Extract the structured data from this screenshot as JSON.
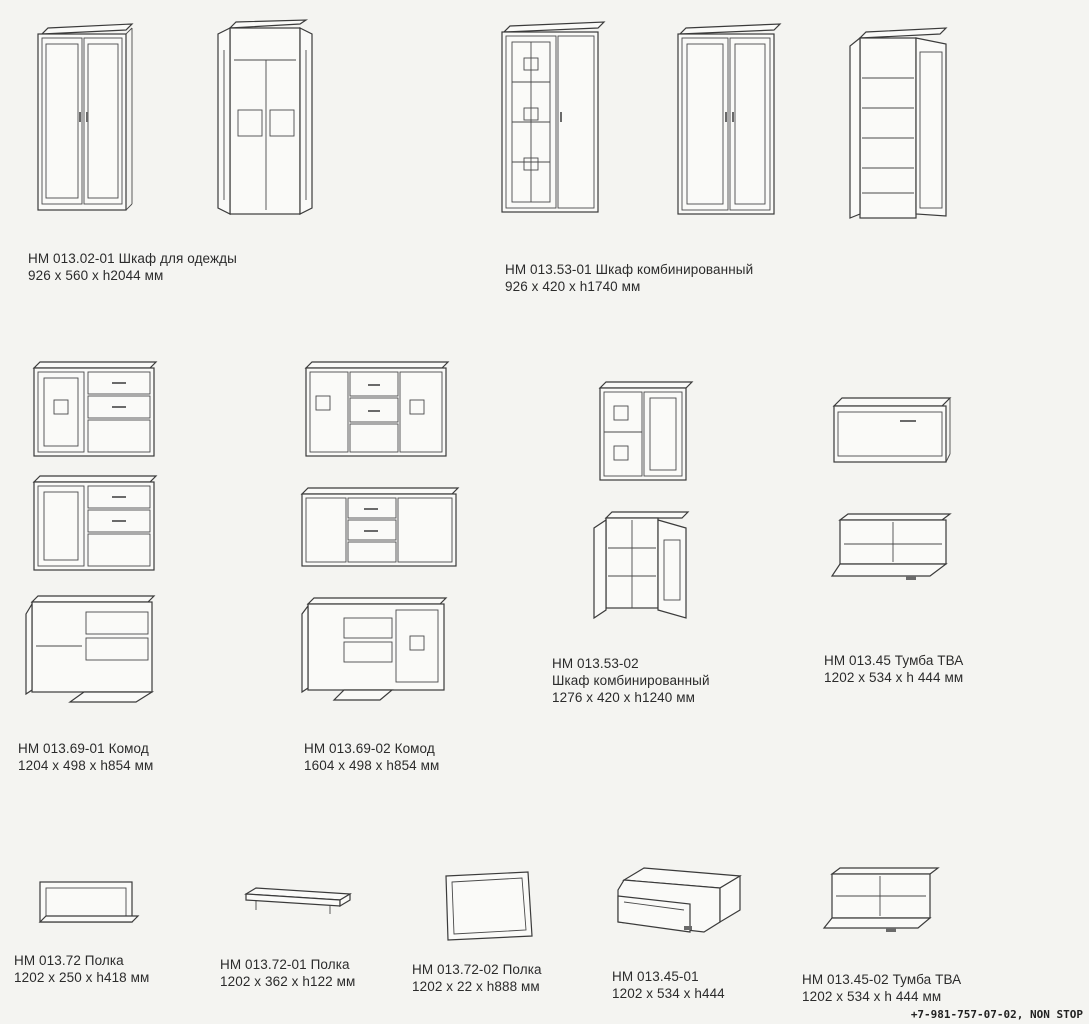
{
  "products": [
    {
      "code": "НМ 013.02-01 Шкаф для одежды",
      "size": "926 x 560 x h2044 мм"
    },
    {
      "code": "НМ 013.53-01 Шкаф комбинированный",
      "size": "926 x 420 x h1740 мм"
    },
    {
      "code": "НМ 013.69-01  Комод",
      "size": "1204 x 498 x h854 мм"
    },
    {
      "code": "НМ 013.69-02  Комод",
      "size": "1604 x 498 x h854 мм"
    },
    {
      "code": "НМ 013.53-02",
      "line2": "Шкаф комбинированный",
      "size": "1276 x 420 x h1240 мм"
    },
    {
      "code": "НМ 013.45 Тумба ТВА",
      "size": "1202 x 534 x h 444 мм"
    },
    {
      "code": "НМ 013.72 Полка",
      "size": "1202 x 250 x h418 мм"
    },
    {
      "code": "НМ 013.72-01 Полка",
      "size": "1202 x 362 x h122 мм"
    },
    {
      "code": "НМ 013.72-02 Полка",
      "size": "1202 x 22 x h888 мм"
    },
    {
      "code": "НМ 013.45-01",
      "size": "1202 x 534 x h444"
    },
    {
      "code": "НМ 013.45-02 Тумба ТВА",
      "size": "1202 x 534 x h 444 мм"
    }
  ],
  "footer": "+7-981-757-07-02, NON STOP"
}
